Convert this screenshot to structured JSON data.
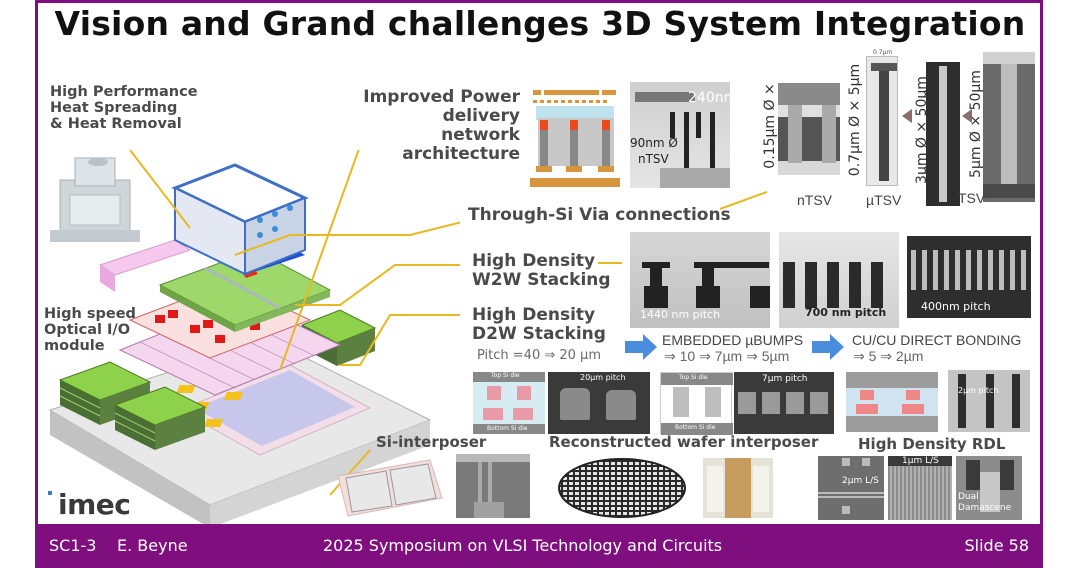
{
  "slide": {
    "title": "Vision and Grand challenges 3D System Integration",
    "accent_color": "#7f0f7e",
    "logo": "imec"
  },
  "labels": {
    "heat": [
      "High Performance",
      "Heat Spreading",
      "& Heat Removal"
    ],
    "optical": [
      "High speed",
      "Optical I/O",
      "module"
    ],
    "power": [
      "Improved Power",
      "delivery network",
      "architecture"
    ],
    "tsv": "Through-Si Via connections",
    "w2w": [
      "High Density",
      "W2W Stacking"
    ],
    "d2w": [
      "High Density",
      "D2W Stacking"
    ],
    "d2w_pitch": "Pitch =40 ⇒ 20 µm",
    "si_interposer": "Si-interposer",
    "recon_interposer": "Reconstructed wafer interposer",
    "rdl": "High Density RDL"
  },
  "power_images": {
    "dimension": "240nm",
    "via_label": [
      "90nm Ø",
      "nTSV"
    ]
  },
  "tsv_images": [
    {
      "size": "0.15µm Ø ×",
      "caption": "nTSV"
    },
    {
      "size": "0.7µm Ø × 5µm",
      "caption": "µTSV",
      "top_note": "0.7µm"
    },
    {
      "size": "3µm Ø × 50µm",
      "caption": ""
    },
    {
      "size": "5µm Ø × 50µm",
      "caption": "TSV"
    }
  ],
  "w2w_images": [
    {
      "pitch": "1440 nm pitch"
    },
    {
      "pitch": "700 nm pitch"
    },
    {
      "pitch": "400nm pitch"
    }
  ],
  "bonding_steps": [
    {
      "title": "EMBEDDED µBUMPS",
      "detail": "⇒ 10 ⇒ 7µm ⇒ 5µm"
    },
    {
      "title": "CU/CU DIRECT BONDING",
      "detail": "⇒ 5 ⇒ 2µm"
    }
  ],
  "d2w_images": [
    {
      "top": "Top Si die",
      "bottom": "Bottom Si die"
    },
    {
      "pitch": "20µm pitch"
    },
    {
      "top": "Top Si die",
      "bottom": "Bottom Si die"
    },
    {
      "pitch": "7µm pitch"
    },
    {
      "pitch": ""
    },
    {
      "pitch": "2µm pitch"
    }
  ],
  "rdl_images": [
    {
      "label": "2µm L/S"
    },
    {
      "label": "1µm L/S"
    },
    {
      "label": "Dual Damascene"
    }
  ],
  "footer": {
    "session": "SC1-3",
    "author": "E. Beyne",
    "event": "2025 Symposium on VLSI Technology and Circuits",
    "slide": "Slide 58"
  }
}
